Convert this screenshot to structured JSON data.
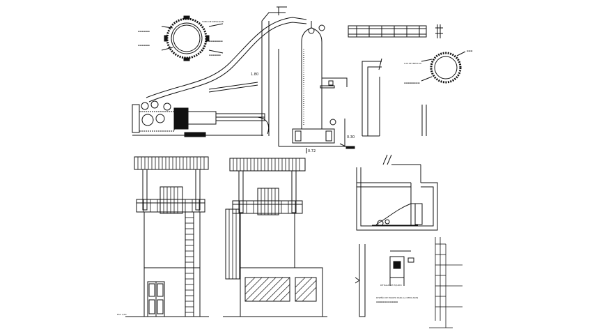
{
  "drawing": {
    "dim_height_main": "1.80",
    "dim_base_height": "0.30",
    "dim_base_width": "0.72",
    "notes": {
      "well_section_left": "TUBO DE IMPULSION",
      "well_section_right": "LUZ DE IMPULSO",
      "pump_detail": "DETALLE DE EQUIPO",
      "legend_bottom_left": "ESC 1/50",
      "legend_bottom_right": "DISEÑO DE EQUIPO PARA LA IMPULSION"
    }
  }
}
